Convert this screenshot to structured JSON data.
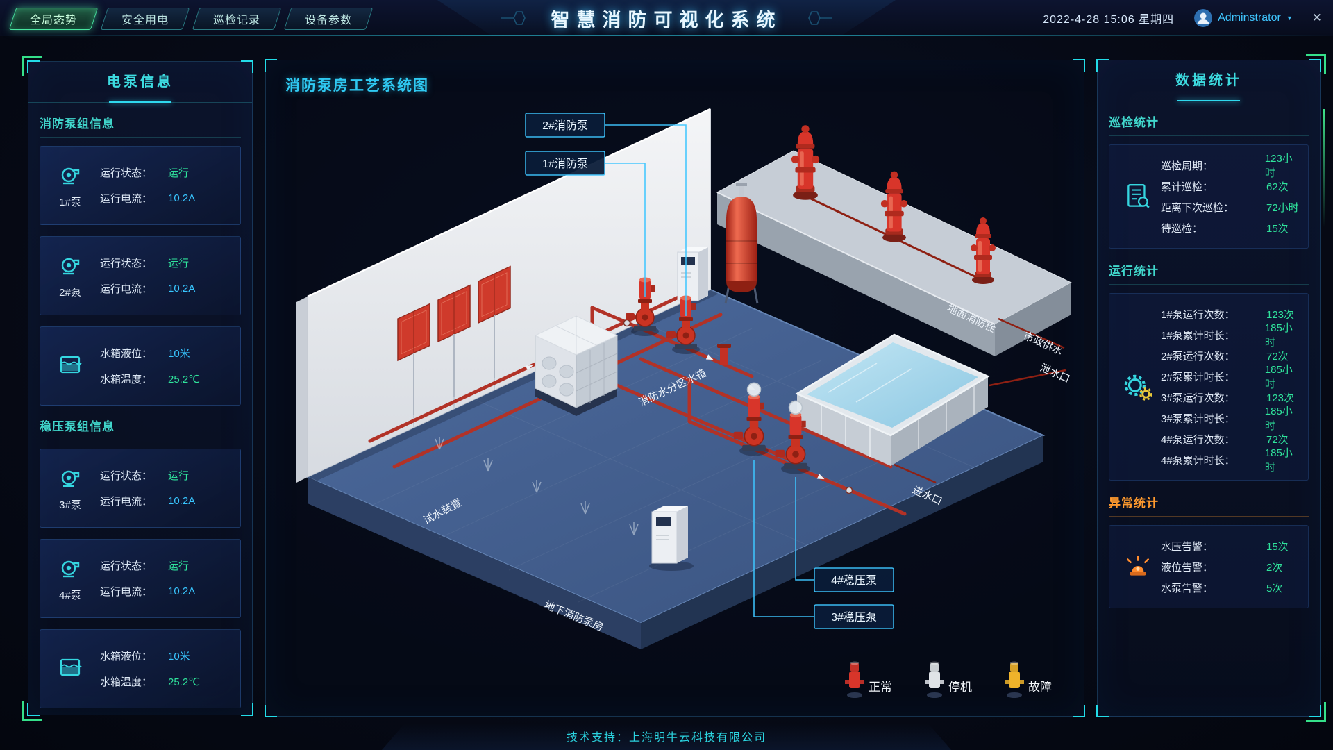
{
  "header": {
    "title": "智慧消防可视化系统",
    "tabs": [
      {
        "label": "全局态势"
      },
      {
        "label": "安全用电"
      },
      {
        "label": "巡检记录"
      },
      {
        "label": "设备参数"
      }
    ],
    "datetime": "2022-4-28  15:06  星期四",
    "user": "Adminstrator",
    "user_caret": "▼",
    "close": "✕"
  },
  "left_panel": {
    "title": "电泵信息",
    "sections": [
      {
        "title": "消防泵组信息"
      },
      {
        "title": "稳压泵组信息"
      }
    ],
    "pumps": [
      {
        "name": "1#泵",
        "status_label": "运行状态：",
        "status": "运行",
        "current_label": "运行电流：",
        "current": "10.2A"
      },
      {
        "name": "2#泵",
        "status_label": "运行状态：",
        "status": "运行",
        "current_label": "运行电流：",
        "current": "10.2A"
      },
      {
        "name": "3#泵",
        "status_label": "运行状态：",
        "status": "运行",
        "current_label": "运行电流：",
        "current": "10.2A"
      },
      {
        "name": "4#泵",
        "status_label": "运行状态：",
        "status": "运行",
        "current_label": "运行电流：",
        "current": "10.2A"
      }
    ],
    "tanks": [
      {
        "level_label": "水箱液位：",
        "level": "10米",
        "temp_label": "水箱温度：",
        "temp": "25.2℃"
      },
      {
        "level_label": "水箱液位：",
        "level": "10米",
        "temp_label": "水箱温度：",
        "temp": "25.2℃"
      }
    ]
  },
  "center_panel": {
    "title": "消防泵房工艺系统图",
    "callouts": [
      {
        "label": "2#消防泵"
      },
      {
        "label": "1#消防泵"
      },
      {
        "label": "4#稳压泵"
      },
      {
        "label": "3#稳压泵"
      }
    ],
    "scene_labels": [
      {
        "text": "消防水分区水箱"
      },
      {
        "text": "地面消防栓"
      },
      {
        "text": "市政供水"
      },
      {
        "text": "泄水口"
      },
      {
        "text": "进水口"
      },
      {
        "text": "试水装置"
      },
      {
        "text": "地下消防泵房"
      }
    ],
    "legend": [
      {
        "label": "正常",
        "color": "#d8352a"
      },
      {
        "label": "停机",
        "color": "#dfe3e7"
      },
      {
        "label": "故障",
        "color": "#efb32a"
      }
    ]
  },
  "right_panel": {
    "title": "数据统计",
    "inspection": {
      "title": "巡检统计",
      "rows": [
        {
          "label": "巡检周期：",
          "value": "123小时"
        },
        {
          "label": "累计巡检：",
          "value": "62次"
        },
        {
          "label": "距离下次巡检：",
          "value": "72小时"
        },
        {
          "label": "待巡检：",
          "value": "15次"
        }
      ]
    },
    "operation": {
      "title": "运行统计",
      "rows": [
        {
          "label": "1#泵运行次数：",
          "value": "123次"
        },
        {
          "label": "1#泵累计时长：",
          "value": "185小时"
        },
        {
          "label": "2#泵运行次数：",
          "value": "72次"
        },
        {
          "label": "2#泵累计时长：",
          "value": "185小时"
        },
        {
          "label": "3#泵运行次数：",
          "value": "123次"
        },
        {
          "label": "3#泵累计时长：",
          "value": "185小时"
        },
        {
          "label": "4#泵运行次数：",
          "value": "72次"
        },
        {
          "label": "4#泵累计时长：",
          "value": "185小时"
        }
      ]
    },
    "abnormal": {
      "title": "异常统计",
      "rows": [
        {
          "label": "水压告警：",
          "value": "15次"
        },
        {
          "label": "液位告警：",
          "value": "2次"
        },
        {
          "label": "水泵告警：",
          "value": "5次"
        }
      ]
    }
  },
  "footer": {
    "text": "技术支持：上海明牛云科技有限公司"
  },
  "colors": {
    "accent_cyan": "#2fd8ee",
    "accent_green": "#2fd9a0",
    "accent_blue": "#38c6ff",
    "alarm_orange": "#ff9a3d",
    "alarm_red": "#ff4f43",
    "active_tab_green": "#49e6a0"
  }
}
